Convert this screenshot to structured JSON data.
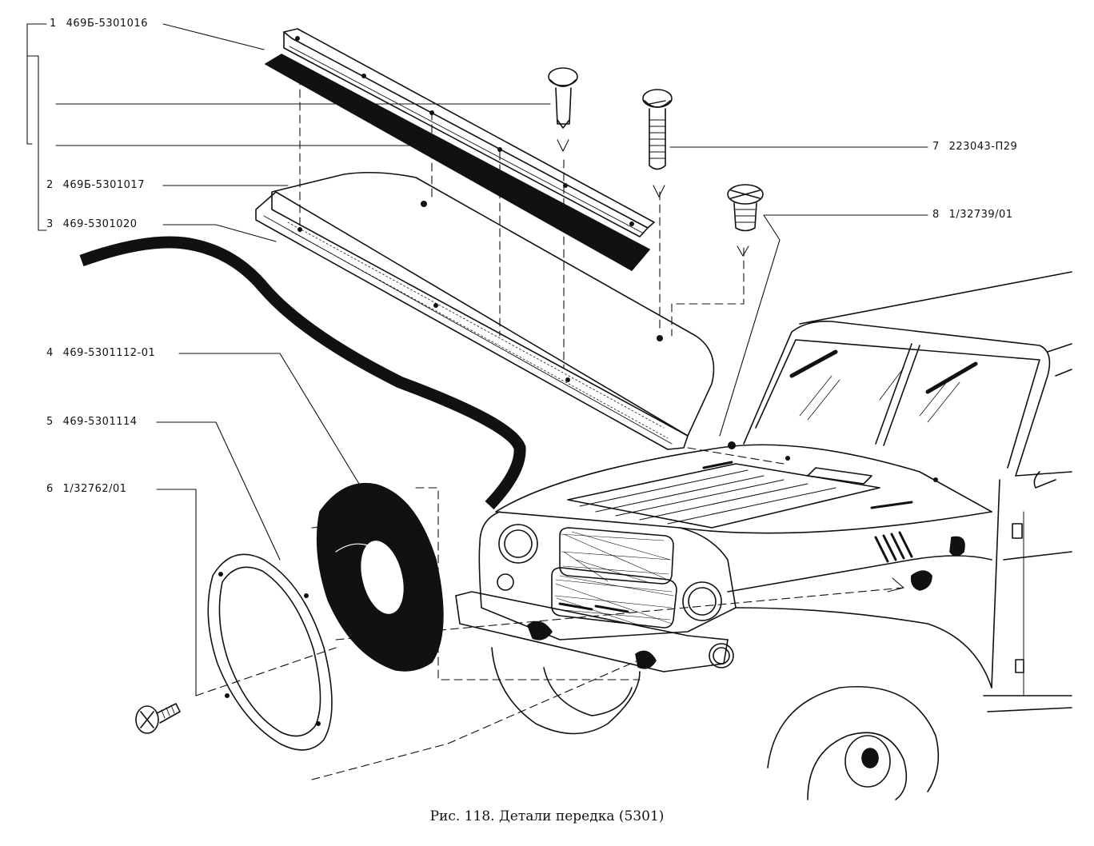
{
  "figure": {
    "caption": "Рис. 118. Детали передка (5301)"
  },
  "parts": [
    {
      "num": "1",
      "code": "469Б-5301016"
    },
    {
      "num": "2",
      "code": "469Б-5301017"
    },
    {
      "num": "3",
      "code": "469-5301020"
    },
    {
      "num": "4",
      "code": "469-5301112-01"
    },
    {
      "num": "5",
      "code": "469-5301114"
    },
    {
      "num": "6",
      "code": "1/32762/01"
    },
    {
      "num": "7",
      "code": "223043-П29"
    },
    {
      "num": "8",
      "code": "1/32739/01"
    }
  ],
  "colors": {
    "ink": "#111111",
    "paper": "#ffffff"
  }
}
